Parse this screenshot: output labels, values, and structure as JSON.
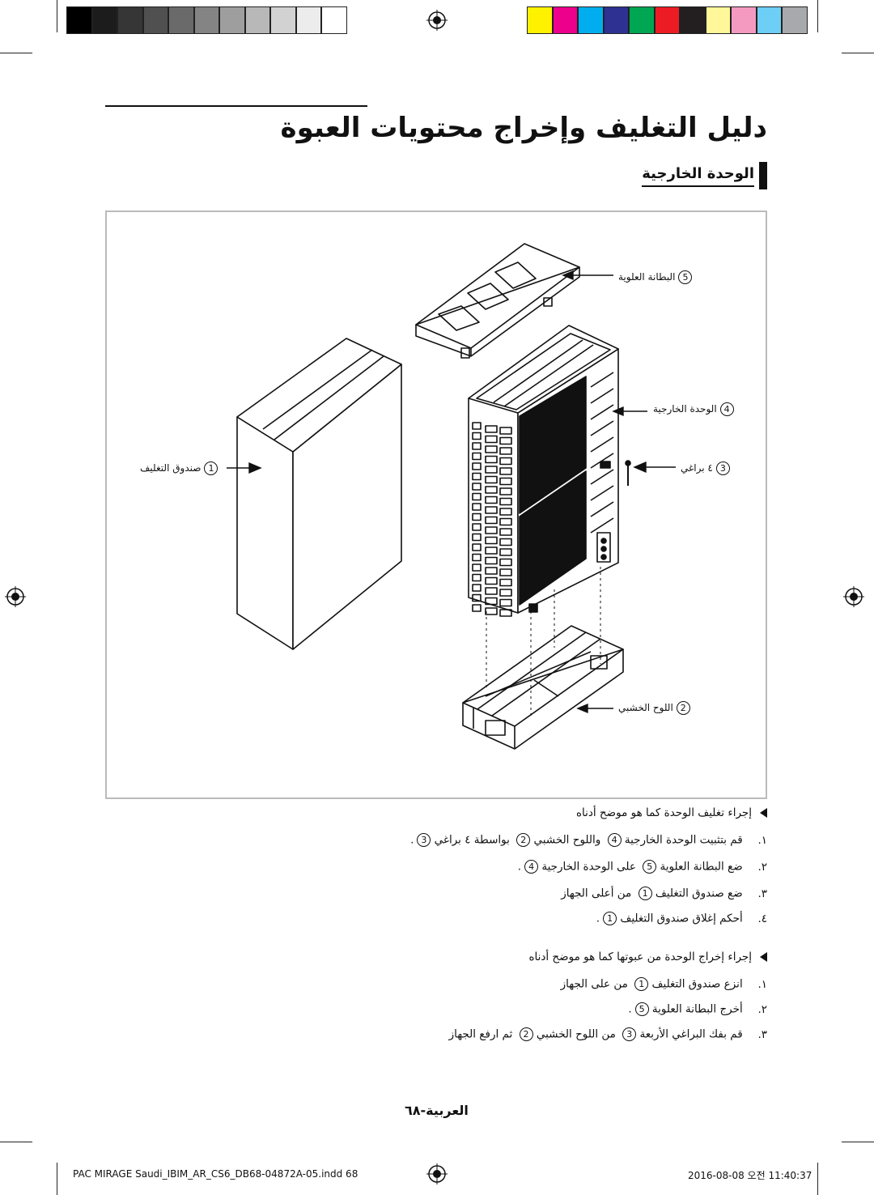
{
  "colors": {
    "grayscale": [
      "#000000",
      "#1c1c1c",
      "#363636",
      "#505050",
      "#6a6a6a",
      "#848484",
      "#9e9e9e",
      "#b8b8b8",
      "#d2d2d2",
      "#ececec",
      "#ffffff"
    ],
    "process": [
      "#fff200",
      "#ec008c",
      "#00aeef",
      "#2e3192",
      "#00a651",
      "#ed1c24",
      "#231f20",
      "#fff799",
      "#f49ac1",
      "#6dcff6",
      "#a7a9ac"
    ]
  },
  "title": "دليل التغليف وإخراج محتويات العبوة",
  "section": "الوحدة الخارجية",
  "callouts": {
    "c5": "البطانة العلوية",
    "c4": "الوحدة الخارجية",
    "c1": "صندوق التغليف",
    "c3": "٤ براغي",
    "c2": "اللوح الخشبي"
  },
  "nums": {
    "n1": "1",
    "n2": "2",
    "n3": "3",
    "n4": "4",
    "n5": "5"
  },
  "packing": {
    "heading": "إجراء تغليف الوحدة كما هو موضح أدناه",
    "steps": [
      {
        "num": "١.",
        "text": "قم بتثبيت الوحدة الخارجية"
      },
      {
        "num": "٢.",
        "text": "ضع البطانة العلوية"
      },
      {
        "num": "٣.",
        "text": "ضع صندوق التغليف"
      },
      {
        "num": "٤.",
        "text": "أحكم إغلاق صندوق التغليف"
      }
    ],
    "s1_mid1": "واللوح الخشبي",
    "s1_mid2": "بواسطة ٤ براغي",
    "s2_mid": "على الوحدة الخارجية",
    "s3_tail": "من أعلى الجهاز"
  },
  "unpacking": {
    "heading": "إجراء إخراج الوحدة من عبوتها كما هو موضح أدناه",
    "steps": [
      {
        "num": "١.",
        "text": "انزع صندوق التغليف"
      },
      {
        "num": "٢.",
        "text": "أخرج البطانة العلوية"
      },
      {
        "num": "٣.",
        "text": "قم بفك البراغي الأربعة"
      }
    ],
    "s1_tail": "من على الجهاز",
    "s3_mid": "من اللوح الخشبي",
    "s3_tail": "ثم ارفع الجهاز"
  },
  "page_number": "العربية-٦٨",
  "footer": {
    "file": "PAC MIRAGE Saudi_IBIM_AR_CS6_DB68-04872A-05.indd   68",
    "date": "2016-08-08   오전 11:40:37"
  }
}
